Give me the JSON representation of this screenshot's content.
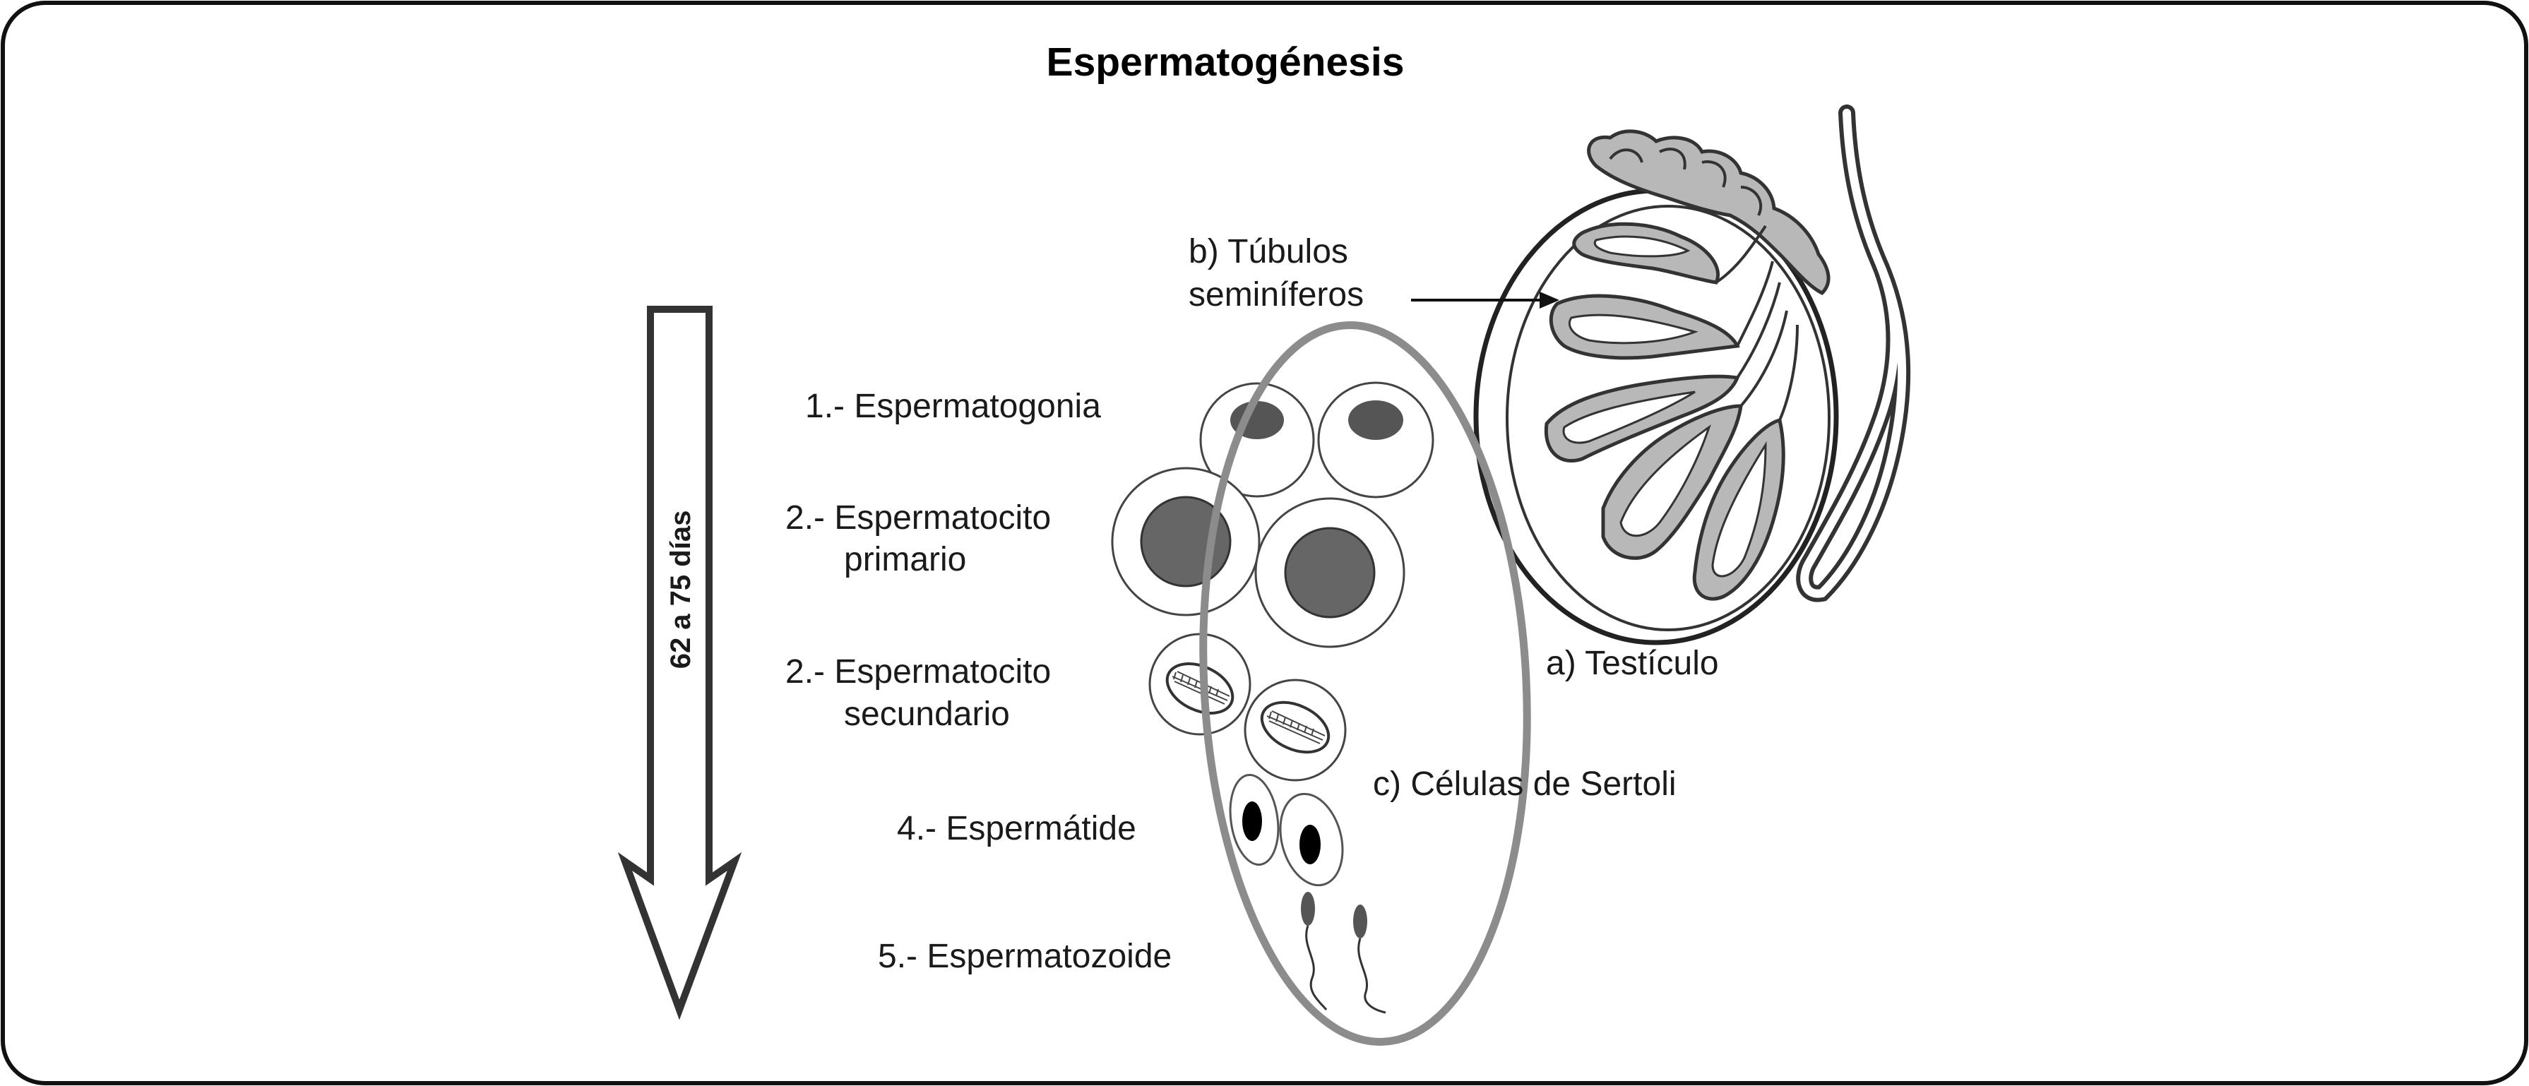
{
  "title": "Espermatogénesis",
  "duration_label": "62 a 75 días",
  "stages": {
    "stage1": "1.- Espermatogonia",
    "stage2_line1": "2.- Espermatocito",
    "stage2_line2": "primario",
    "stage3_line1": "2.- Espermatocito",
    "stage3_line2": "secundario",
    "stage4": "4.- Espermátide",
    "stage5": "5.- Espermatozoide"
  },
  "structures": {
    "tubules_line1": "b) Túbulos",
    "tubules_line2": "seminíferos",
    "testicle": "a) Testículo",
    "sertoli": "c) Células de Sertoli"
  },
  "colors": {
    "outline": "#333333",
    "nucleus": "#666666",
    "sertoli_ring": "#8c8c8c",
    "tubule_fill": "#b8b8b8"
  }
}
